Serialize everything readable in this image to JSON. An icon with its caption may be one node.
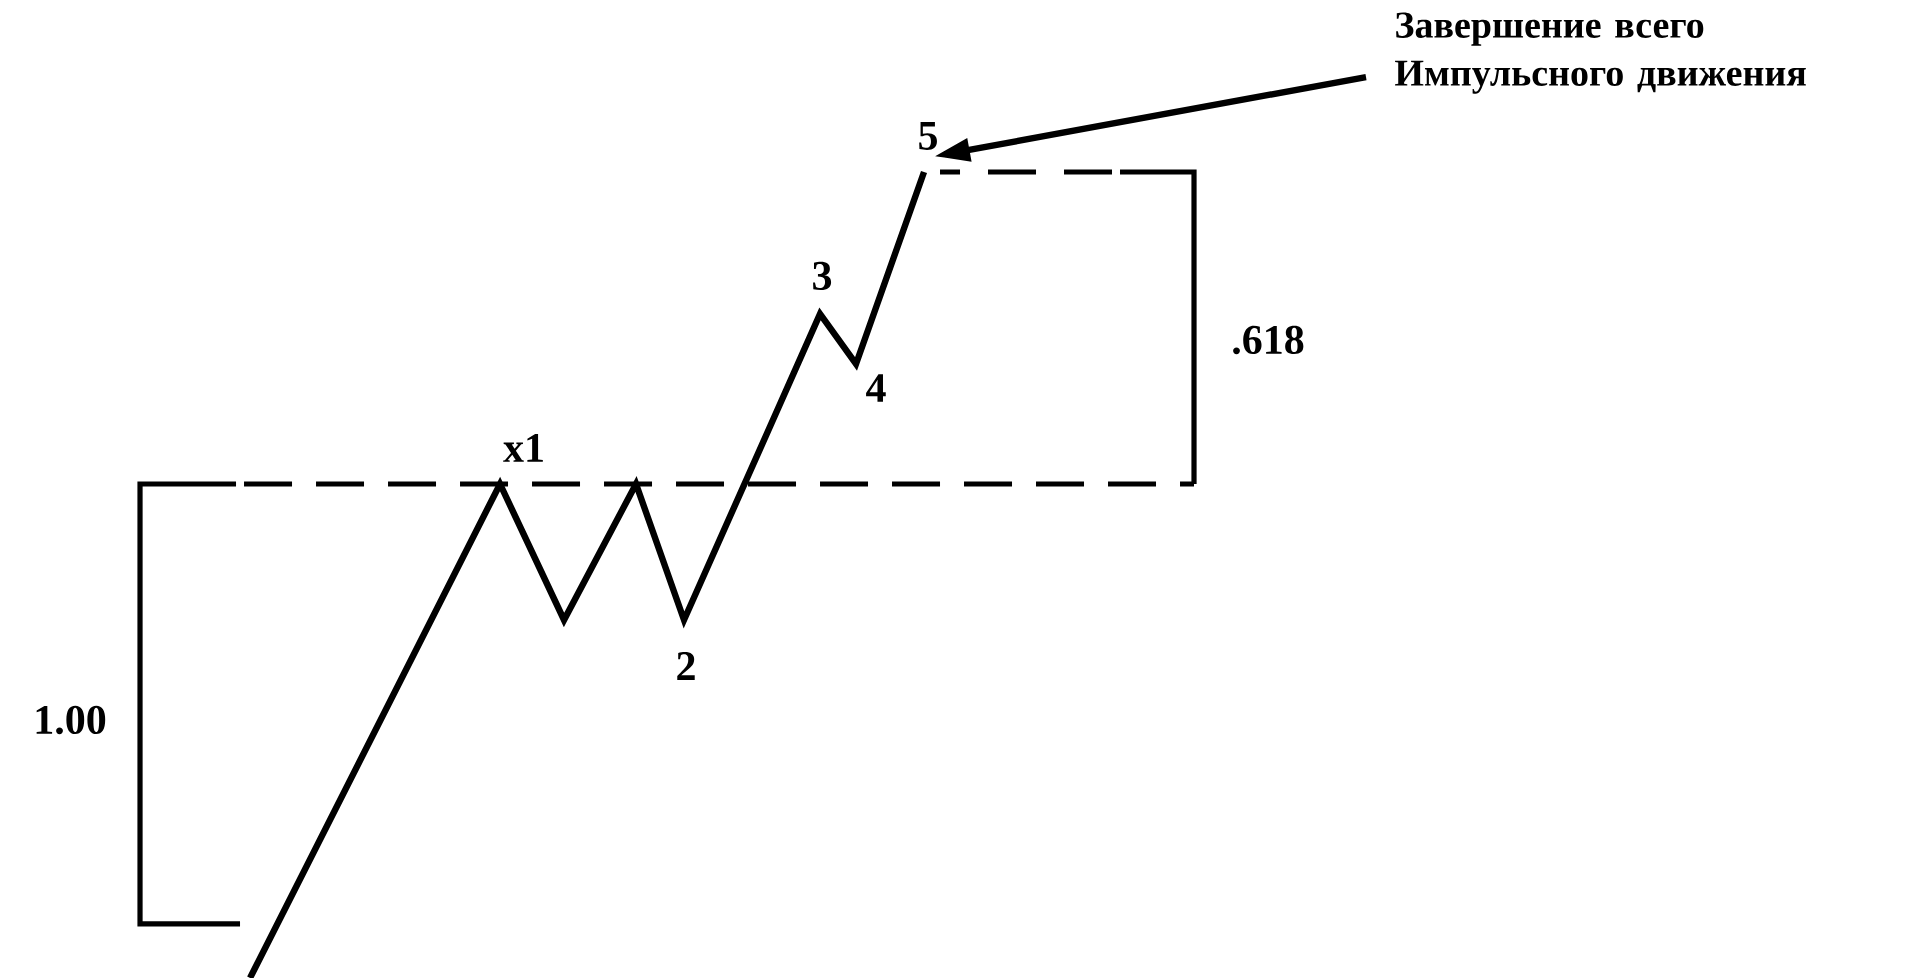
{
  "diagram": {
    "nodes": [
      {
        "text": [
          "Завершение всего Импульсного движения"
        ]
      },
      {
        "text": [
          "5"
        ]
      }
    ],
    "edges": [
      {
        "from": 0,
        "to": 1,
        "arrow": "to"
      }
    ],
    "labels": [
      "3",
      ".618",
      "4",
      "x1",
      "2",
      "1.00"
    ]
  }
}
